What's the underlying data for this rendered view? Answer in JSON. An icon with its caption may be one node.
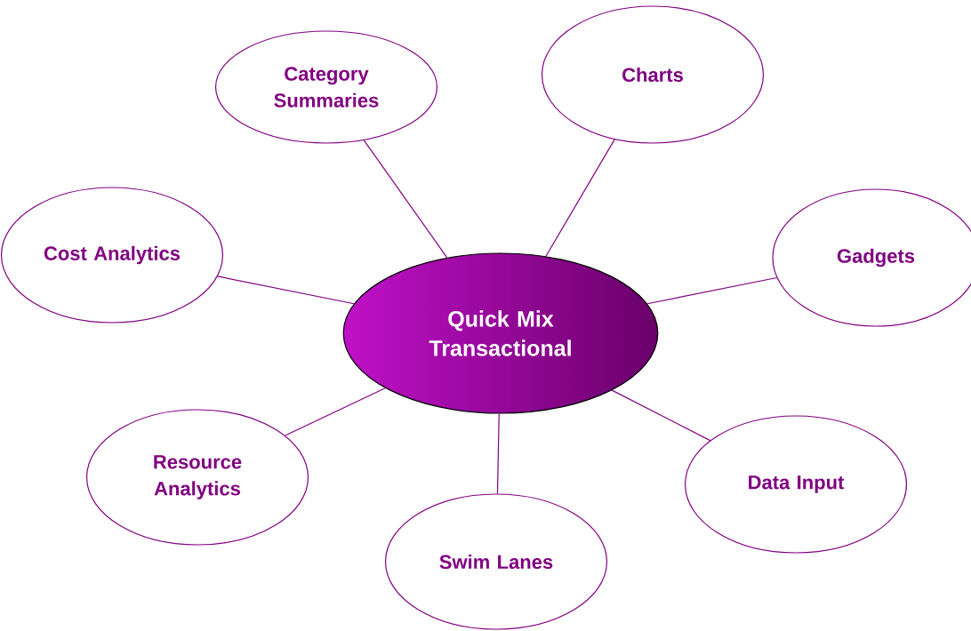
{
  "diagram": {
    "nodes": [
      {
        "text": [
          "Category Summaries"
        ]
      },
      {
        "text": [
          "Charts"
        ]
      },
      {
        "text": [
          "Cost Analytics"
        ]
      },
      {
        "text": [
          "Gadgets"
        ]
      },
      {
        "text": [
          "Quick Mix Transactional"
        ]
      },
      {
        "text": [
          "Resource Analytics"
        ]
      },
      {
        "text": [
          "Data Input"
        ]
      },
      {
        "text": [
          "Swim Lanes"
        ]
      }
    ],
    "edges": [
      {
        "from": 4,
        "to": 0,
        "arrow": "none"
      },
      {
        "from": 4,
        "to": 1,
        "arrow": "none"
      },
      {
        "from": 4,
        "to": 2,
        "arrow": "none"
      },
      {
        "from": 4,
        "to": 3,
        "arrow": "none"
      },
      {
        "from": 4,
        "to": 5,
        "arrow": "none"
      },
      {
        "from": 4,
        "to": 6,
        "arrow": "none"
      },
      {
        "from": 4,
        "to": 7,
        "arrow": "none"
      }
    ]
  }
}
